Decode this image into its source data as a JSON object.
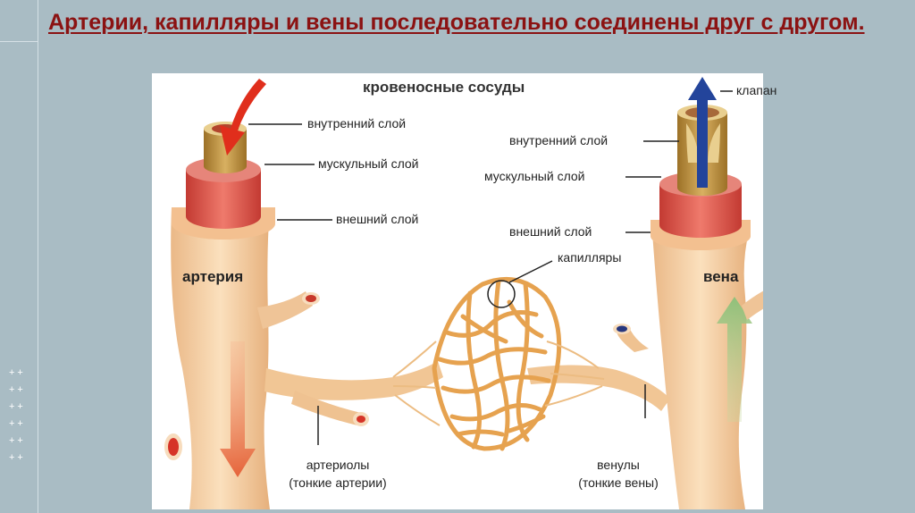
{
  "slide": {
    "title": "Артерии, капилляры и вены последовательно соединены друг с другом."
  },
  "figure": {
    "heading": "кровеносные сосуды",
    "labels": {
      "artery_inner_layer": "внутренний слой",
      "artery_muscle_layer": "мускульный слой",
      "artery_outer_layer": "внешний слой",
      "vein_valve": "клапан",
      "vein_inner_layer": "внутренний слой",
      "vein_muscle_layer": "мускульный слой",
      "vein_outer_layer": "внешний слой",
      "capillaries": "капилляры",
      "artery": "артерия",
      "vein": "вена",
      "arterioles_line1": "артериолы",
      "arterioles_line2": "(тонкие артерии)",
      "venules_line1": "венулы",
      "venules_line2": "(тонкие вены)"
    },
    "colors": {
      "vessel_wall": "#f6cfa0",
      "muscle_layer": "#d9534f",
      "inner_layer": "#b78a3a",
      "arterial_flow": "#e0452e",
      "venous_flow": "#2a4fa8",
      "capillary": "#e8a756"
    }
  }
}
